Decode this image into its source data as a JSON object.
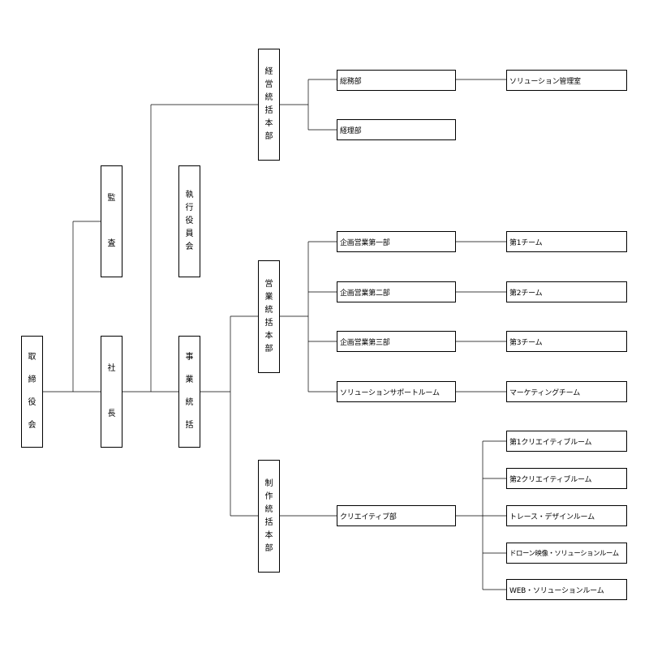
{
  "org": {
    "board": {
      "chars": [
        "取",
        "締",
        "役",
        "会"
      ]
    },
    "president": {
      "chars": [
        "社",
        "長"
      ]
    },
    "audit": {
      "chars": [
        "監",
        "査"
      ]
    },
    "executive_officers": {
      "chars": [
        "執",
        "行",
        "役",
        "員",
        "会"
      ]
    },
    "business_supervision": {
      "chars": [
        "事",
        "業",
        "統",
        "括"
      ]
    },
    "management_hq": {
      "chars": [
        "経",
        "営",
        "統",
        "括",
        "本",
        "部"
      ]
    },
    "sales_hq": {
      "chars": [
        "営",
        "業",
        "統",
        "括",
        "本",
        "部"
      ]
    },
    "production_hq": {
      "chars": [
        "制",
        "作",
        "統",
        "括",
        "本",
        "部"
      ]
    },
    "general_affairs": {
      "label": "総務部"
    },
    "accounting": {
      "label": "経理部"
    },
    "solution_management": {
      "label": "ソリューション管理室"
    },
    "planning_sales_1": {
      "label": "企画営業第一部"
    },
    "planning_sales_2": {
      "label": "企画営業第二部"
    },
    "planning_sales_3": {
      "label": "企画営業第三部"
    },
    "solution_support": {
      "label": "ソリューションサポートルーム"
    },
    "team_1": {
      "label": "第1チーム"
    },
    "team_2": {
      "label": "第2チーム"
    },
    "team_3": {
      "label": "第3チーム"
    },
    "marketing_team": {
      "label": "マーケティングチーム"
    },
    "creative_dept": {
      "label": "クリエイティブ部"
    },
    "creative_room_1": {
      "label": "第1クリエイティブルーム"
    },
    "creative_room_2": {
      "label": "第2クリエイティブルーム"
    },
    "trace_design_room": {
      "label": "トレース・デザインルーム"
    },
    "drone_video_room": {
      "label": "ドローン映像・ソリューションルーム"
    },
    "web_solution_room": {
      "label": "WEB・ソリューションルーム"
    }
  },
  "colors": {
    "line": "#000000",
    "box_border": "#000000",
    "background": "#ffffff"
  }
}
